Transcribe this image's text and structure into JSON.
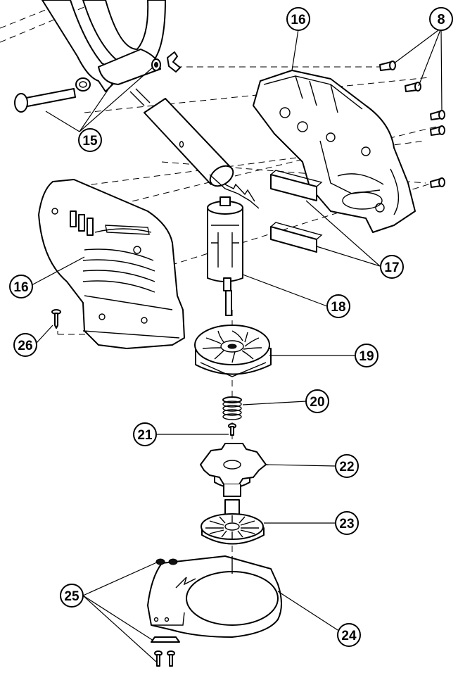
{
  "callouts": [
    {
      "id": "c8",
      "label": "8"
    },
    {
      "id": "c15",
      "label": "15"
    },
    {
      "id": "c16a",
      "label": "16"
    },
    {
      "id": "c16b",
      "label": "16"
    },
    {
      "id": "c17",
      "label": "17"
    },
    {
      "id": "c18",
      "label": "18"
    },
    {
      "id": "c19",
      "label": "19"
    },
    {
      "id": "c20",
      "label": "20"
    },
    {
      "id": "c21",
      "label": "21"
    },
    {
      "id": "c22",
      "label": "22"
    },
    {
      "id": "c23",
      "label": "23"
    },
    {
      "id": "c24",
      "label": "24"
    },
    {
      "id": "c25",
      "label": "25"
    },
    {
      "id": "c26",
      "label": "26"
    }
  ],
  "colors": {
    "line": "#000000",
    "background": "#ffffff"
  }
}
